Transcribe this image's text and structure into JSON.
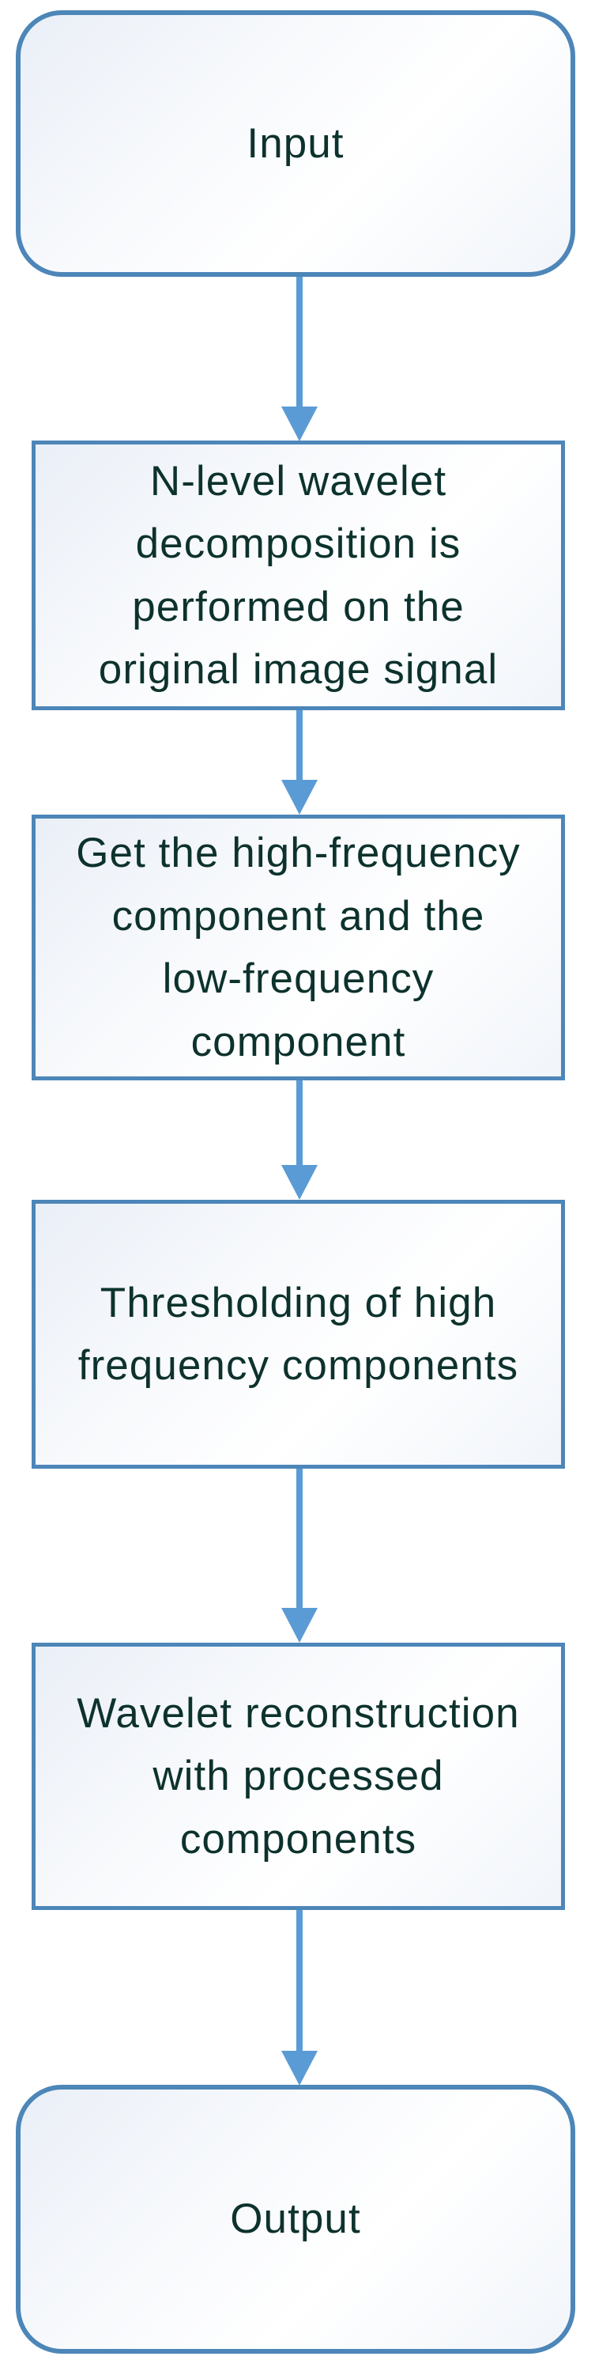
{
  "diagram": {
    "type": "flowchart",
    "orientation": "top-down",
    "colors": {
      "shape_border": "#4d86b8",
      "arrow": "#5b9bd5",
      "text": "#0d322d",
      "fill_gradient_start": "#eaeff7",
      "fill_gradient_end": "#ffffff",
      "background": "#ffffff"
    },
    "nodes": [
      {
        "id": "input",
        "shape": "rounded-rectangle",
        "label": "Input"
      },
      {
        "id": "wavelet-decomposition",
        "shape": "rectangle",
        "label": "N-level wavelet\ndecomposition is\nperformed on the\noriginal image signal"
      },
      {
        "id": "get-components",
        "shape": "rectangle",
        "label": "Get the high-frequency\ncomponent and the\nlow-frequency\ncomponent"
      },
      {
        "id": "thresholding",
        "shape": "rectangle",
        "label": "Thresholding of high\nfrequency components"
      },
      {
        "id": "reconstruction",
        "shape": "rectangle",
        "label": "Wavelet reconstruction\nwith processed\ncomponents"
      },
      {
        "id": "output",
        "shape": "rounded-rectangle",
        "label": "Output"
      }
    ],
    "edges": [
      {
        "from": "input",
        "to": "wavelet-decomposition",
        "style": "arrow-down"
      },
      {
        "from": "wavelet-decomposition",
        "to": "get-components",
        "style": "arrow-down"
      },
      {
        "from": "get-components",
        "to": "thresholding",
        "style": "arrow-down"
      },
      {
        "from": "thresholding",
        "to": "reconstruction",
        "style": "arrow-down"
      },
      {
        "from": "reconstruction",
        "to": "output",
        "style": "arrow-down"
      }
    ]
  }
}
